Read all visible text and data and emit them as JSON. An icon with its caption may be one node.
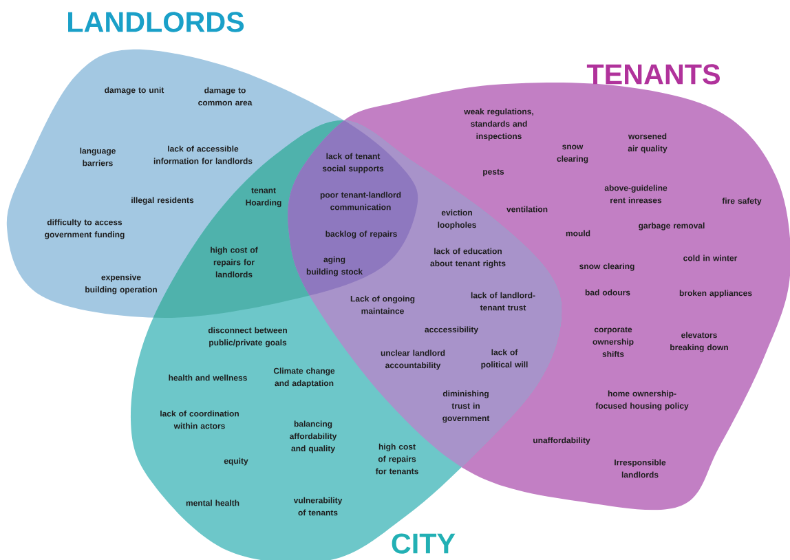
{
  "diagram": {
    "nodes": [
      {
        "text": [
          "LANDLORDS"
        ]
      },
      {
        "text": [
          "TENANTS"
        ]
      },
      {
        "text": [
          "CITY"
        ]
      }
    ],
    "labels": [
      "damage to unit",
      "damage to common area",
      "weak regulations, standards and inspections",
      "language barriers",
      "lack of accessible information for landlords",
      "lack of tenant social supports",
      "snow clearing",
      "worsened air quality",
      "pests",
      "illegal residents",
      "tenant Hoarding",
      "poor tenant-landlord communication",
      "ventilation",
      "above-guideline rent inreases",
      "fire safety",
      "difficulty to access government funding",
      "backlog of repairs",
      "eviction loopholes",
      "mould",
      "garbage removal",
      "high cost of repairs for landlords",
      "aging building stock",
      "lack of education about tenant rights",
      "snow clearing",
      "cold in winter",
      "expensive building operation",
      "Lack of ongoing maintaince",
      "lack of landlord-tenant trust",
      "bad odours",
      "broken appliances",
      "disconnect between public/private goals",
      "acccessibility",
      "corporate ownership shifts",
      "elevators breaking down",
      "health and wellness",
      "Climate change and adaptation",
      "unclear landlord accountability",
      "lack of political will",
      "diminishing trust in government",
      "home ownership-focused housing policy",
      "lack of coordination within actors",
      "balancing affordability and quality",
      "unaffordability",
      "equity",
      "high cost of repairs for tenants",
      "Irresponsible landlords",
      "mental health",
      "vulnerability of tenants"
    ]
  }
}
